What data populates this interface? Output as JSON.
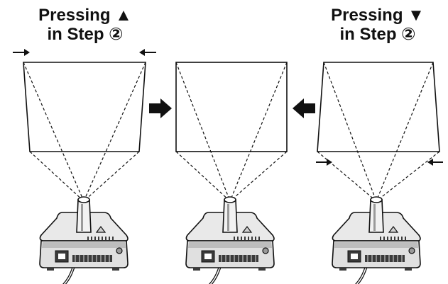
{
  "captions": {
    "left": {
      "line1": "Pressing ▲",
      "line2": "in Step ②"
    },
    "right": {
      "line1": "Pressing ▼",
      "line2": "in Step ②"
    }
  },
  "colors": {
    "ink": "#111111",
    "projector_body": "#e9e9e9",
    "projector_shade": "#bdbdbd",
    "projector_dark": "#3a3a3a"
  },
  "icons": {
    "arrow_left_screen": "arrow-right-icon",
    "arrow_right_screen": "arrow-left-icon",
    "projector": "projector-icon"
  }
}
